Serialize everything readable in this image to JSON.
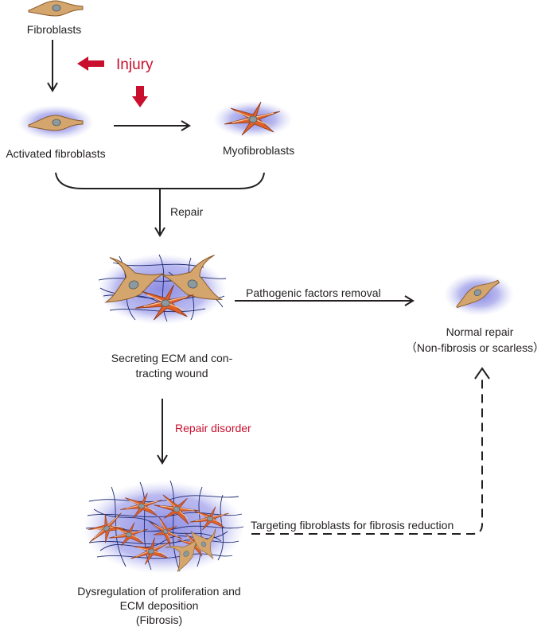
{
  "labels": {
    "fibroblasts": "Fibroblasts",
    "injury": "Injury",
    "activated_fibroblasts": "Activated fibroblasts",
    "myofibroblasts": "Myofibroblasts",
    "repair": "Repair",
    "pathogenic_factors_removal": "Pathogenic factors removal",
    "normal_repair_line1": "Normal repair",
    "normal_repair_line2": "（Non-fibrosis or scarless）",
    "secreting_line1": "Secreting ECM and con-",
    "secreting_line2": "tracting wound",
    "repair_disorder": "Repair disorder",
    "targeting": "Targeting fibroblasts for fibrosis reduction",
    "dysregulation_line1": "Dysregulation of proliferation and",
    "dysregulation_line2": "ECM deposition",
    "dysregulation_line3": "(Fibrosis)"
  },
  "colors": {
    "arrow": "#231f20",
    "injury_red": "#c8102e",
    "halo": "#8f8fe0",
    "fibroblast_body": "#d4a56c",
    "fibroblast_outline": "#8a5a2b",
    "myofibroblast": "#e0602a",
    "nucleus": "#8c9aa0",
    "ecm_fiber": "#1c2a6e"
  },
  "icons": {
    "fibroblast": "spindle-cell-icon",
    "myofibroblast": "star-cell-icon"
  }
}
